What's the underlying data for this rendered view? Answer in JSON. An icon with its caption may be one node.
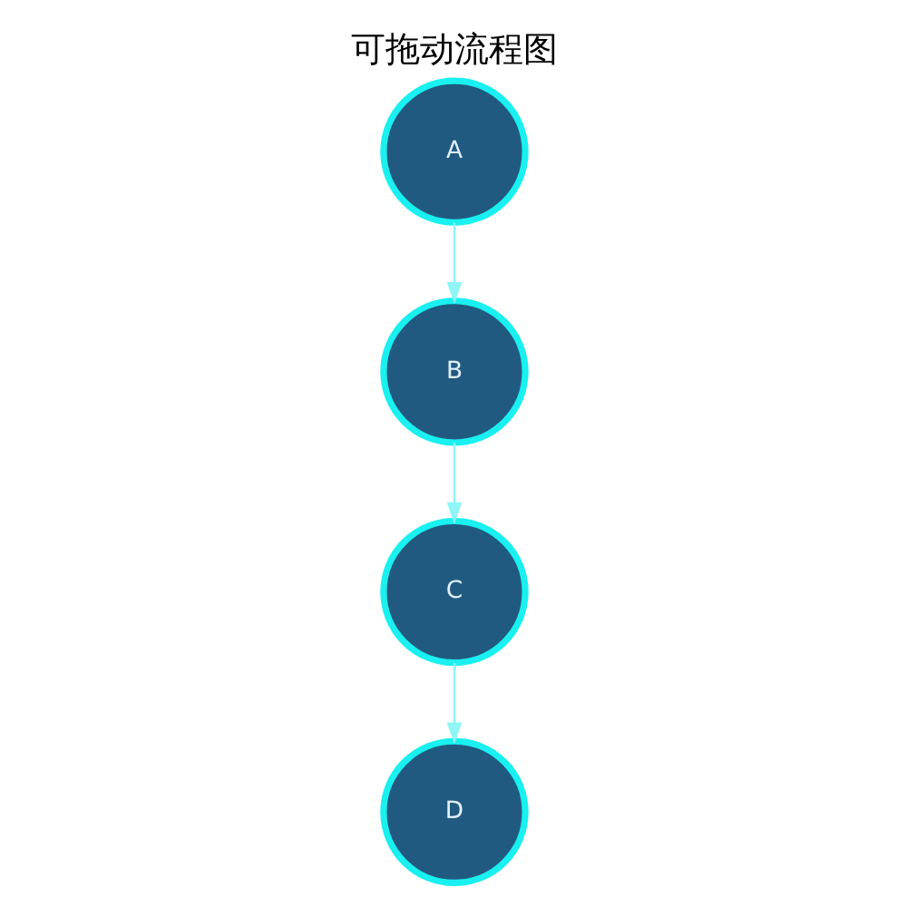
{
  "diagram": {
    "title": "可拖动流程图",
    "nodes": [
      {
        "text": [
          "A"
        ]
      },
      {
        "text": [
          "B"
        ]
      },
      {
        "text": [
          "C"
        ]
      },
      {
        "text": [
          "D"
        ]
      }
    ],
    "edges": [
      {
        "from": 0,
        "to": 1,
        "arrow": "to"
      },
      {
        "from": 1,
        "to": 2,
        "arrow": "to"
      },
      {
        "from": 2,
        "to": 3,
        "arrow": "to"
      }
    ]
  }
}
